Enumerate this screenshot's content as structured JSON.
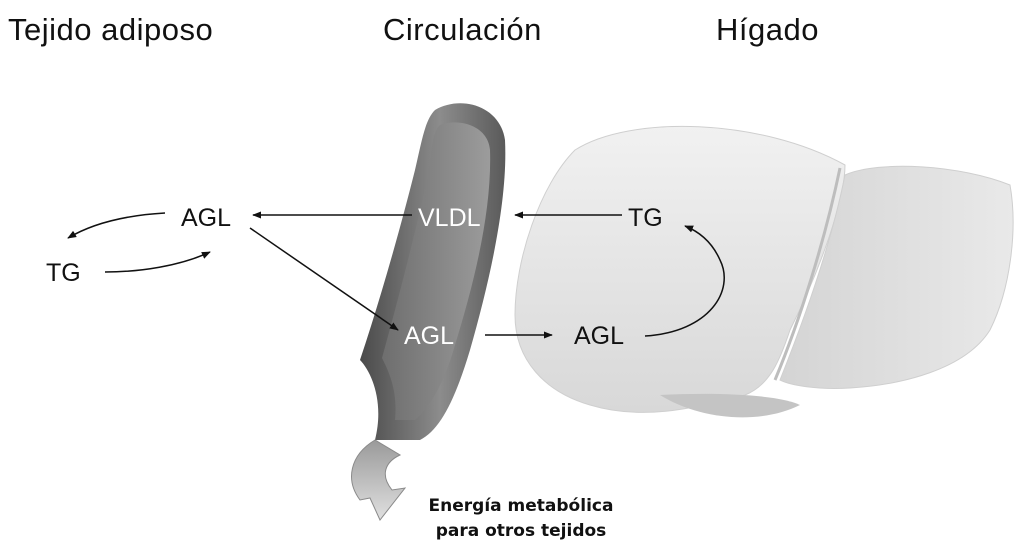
{
  "headings": {
    "adipose": "Tejido adiposo",
    "circulation": "Circulación",
    "liver": "Hígado"
  },
  "labels": {
    "adipose_agl": "AGL",
    "adipose_tg": "TG",
    "circulation_vldl": "VLDL",
    "circulation_agl": "AGL",
    "liver_tg": "TG",
    "liver_agl": "AGL"
  },
  "note": {
    "line1": "Energía metabólica",
    "line2": "para otros tejidos"
  },
  "colors": {
    "text": "#111111",
    "vessel_label": "#ffffff",
    "arrow": "#111111",
    "vessel_dark": "#5f5f5f",
    "liver_light": "#e4e4e4"
  }
}
